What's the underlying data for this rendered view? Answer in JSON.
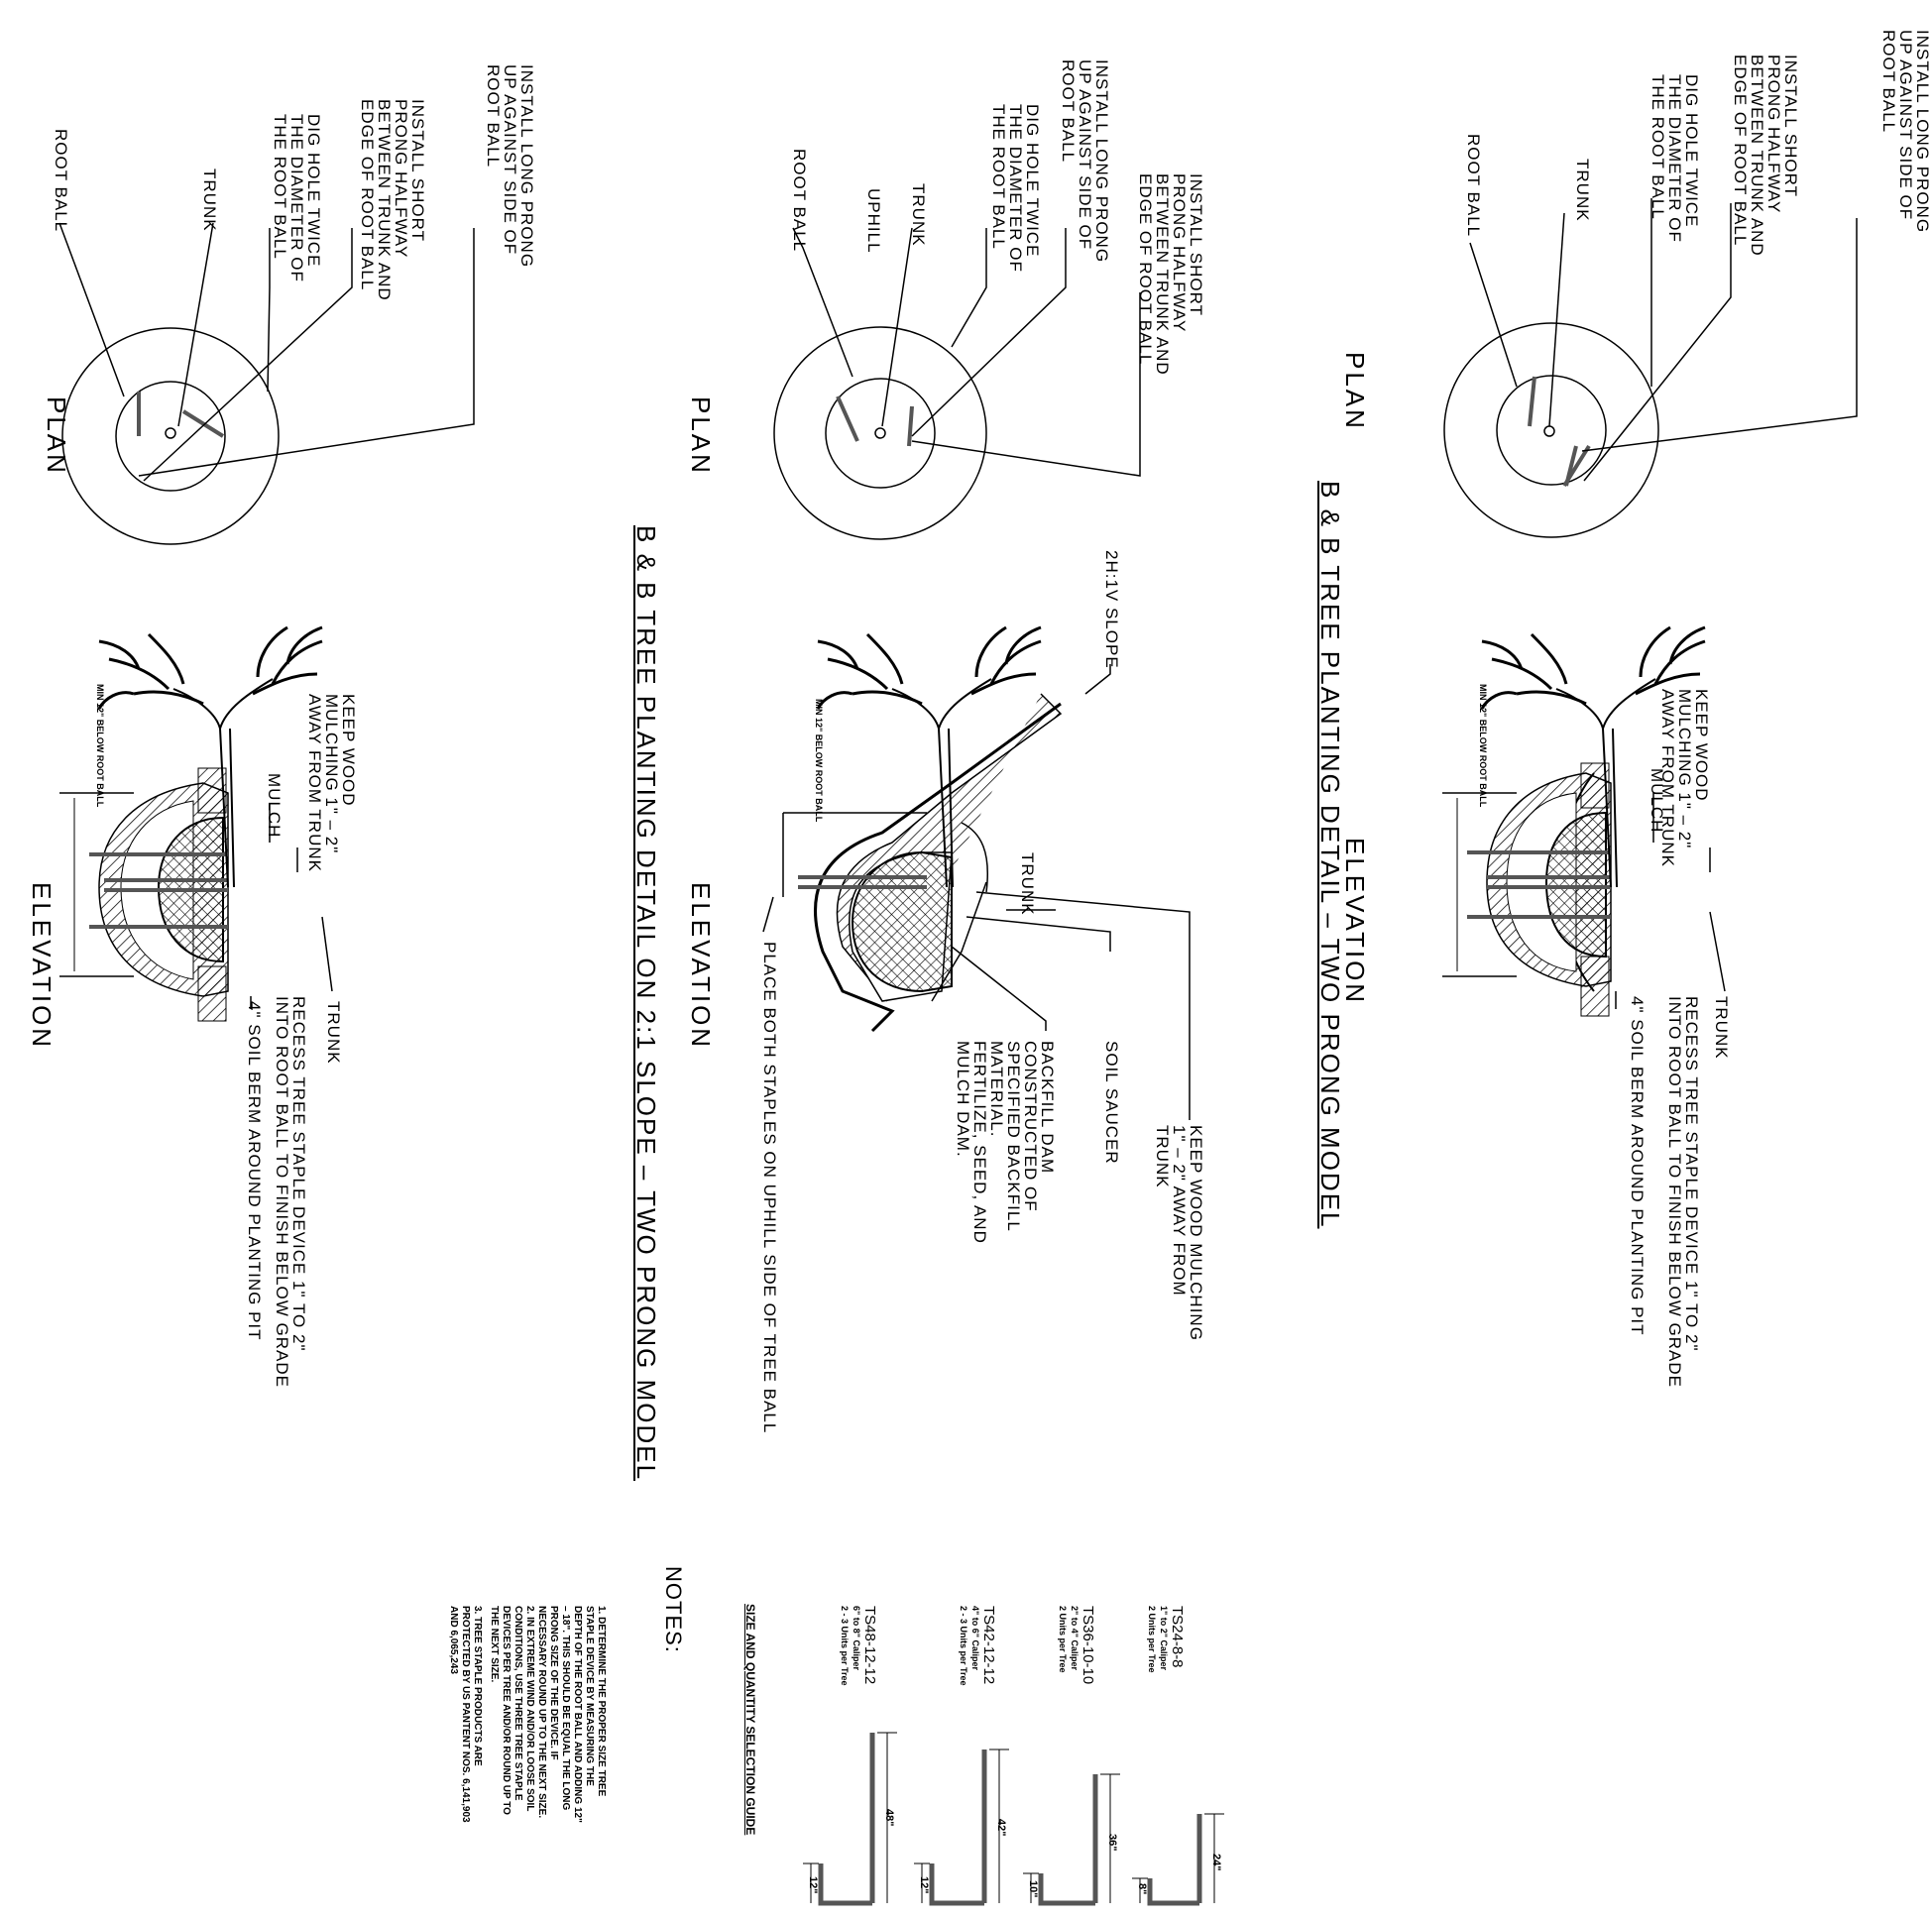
{
  "detail_top": {
    "title": "B & B TREE PLANTING DETAIL – TWO PRONG MODEL",
    "plan_label": "PLAN",
    "elevation_label": "ELEVATION",
    "plan_callouts": {
      "long_prong": "INSTALL LONG PRONG\nUP AGAINST SIDE OF\nROOT BALL",
      "short_prong": "INSTALL SHORT\nPRONG HALFWAY\nBETWEEN TRUNK AND\nEDGE OF ROOT BALL",
      "dig_hole": "DIG HOLE TWICE\nTHE DIAMETER OF\nTHE ROOT BALL",
      "trunk": "TRUNK",
      "root_ball": "ROOT BALL"
    },
    "elevation_callouts": {
      "keep_wood": "KEEP WOOD\nMULCHING 1\" – 2\"\nAWAY FROM TRUNK",
      "mulch": "MULCH",
      "min_below": "MIN 12\" BELOW ROOT BALL",
      "trunk": "TRUNK",
      "recess": "RECESS TREE STAPLE DEVICE 1\" TO 2\"\nINTO ROOT BALL TO FINISH BELOW GRADE",
      "berm": "4\" SOIL BERM AROUND PLANTING PIT"
    }
  },
  "detail_slope": {
    "title": "B & B TREE PLANTING DETAIL ON 2:1 SLOPE – TWO PRONG MODEL",
    "plan_label": "PLAN",
    "elevation_label": "ELEVATION",
    "plan_callouts": {
      "short_prong": "INSTALL SHORT\nPRONG HALFWAY\nBETWEEN TRUNK AND\nEDGE OF ROOT BALL",
      "long_prong": "INSTALL LONG PRONG\nUP AGAINST SIDE OF\nROOT BALL",
      "dig_hole": "DIG HOLE TWICE\nTHE DIAMETER OF\nTHE ROOT BALL",
      "trunk": "TRUNK",
      "uphill": "UPHILL",
      "root_ball": "ROOT BALL"
    },
    "elevation_callouts": {
      "slope": "2H:1V SLOPE",
      "min_below": "MIN 12\" BELOW ROOT BALL",
      "trunk": "TRUNK",
      "place_staples": "PLACE BOTH STAPLES ON UPHILL SIDE OF TREE BALL",
      "keep_wood": "KEEP WOOD MULCHING\n1\" – 2\" AWAY FROM\nTRUNK",
      "soil_saucer": "SOIL SAUCER",
      "backfill": "BACKFILL DAM\nCONSTRUCTED OF\nSPECIFIED BACKFILL\nMATERIAL.\nFERTILIZE, SEED, AND\nMULCH DAM."
    }
  },
  "detail_bottom": {
    "plan_label": "PLAN",
    "elevation_label": "ELEVATION",
    "plan_callouts": {
      "long_prong": "INSTALL LONG PRONG\nUP AGAINST SIDE OF\nROOT BALL",
      "short_prong": "INSTALL SHORT\nPRONG HALFWAY\nBETWEEN TRUNK AND\nEDGE OF ROOT BALL",
      "dig_hole": "DIG HOLE TWICE\nTHE DIAMETER OF\nTHE ROOT BALL",
      "trunk": "TRUNK",
      "root_ball": "ROOT BALL"
    },
    "elevation_callouts": {
      "keep_wood": "KEEP WOOD\nMULCHING 1\" – 2\"\nAWAY FROM TRUNK",
      "mulch": "MULCH",
      "min_below": "MIN 12\" BELOW ROOT BALL",
      "trunk": "TRUNK",
      "recess": "RECESS TREE STAPLE DEVICE 1\" TO 2\"\nINTO ROOT BALL TO FINISH BELOW GRADE",
      "berm": "4\" SOIL BERM AROUND PLANTING PIT"
    }
  },
  "selection_guide": {
    "title": "SIZE AND QUANTITY SELECTION GUIDE",
    "models": [
      {
        "code": "TS24-8-8",
        "caliper": "1\" to 2\" Caliper",
        "units": "2 Units per Tree",
        "long": "24\"",
        "short": "8\""
      },
      {
        "code": "TS36-10-10",
        "caliper": "2\" to 4\" Caliper",
        "units": "2 Units per Tree",
        "long": "36\"",
        "short": "10\""
      },
      {
        "code": "TS42-12-12",
        "caliper": "4\" to 6\" Caliper",
        "units": "2 - 3 Units per Tree",
        "long": "42\"",
        "short": "12\""
      },
      {
        "code": "TS48-12-12",
        "caliper": "6\" to 8\" Caliper",
        "units": "2 - 3 Units per Tree",
        "long": "48\"",
        "short": "12\""
      }
    ]
  },
  "notes": {
    "title": "NOTES:",
    "items": [
      "1. DETERMINE THE PROPER SIZE TREE\nSTAPLE DEVICE BY MEASURING THE\nDEPTH OF THE ROOT BALL AND ADDING 12\"\n– 18\". THIS SHOULD BE EQUAL THE LONG\nPRONG SIZE OF THE DEVICE. IF\nNECESSARY ROUND UP TO THE NEXT SIZE.",
      "2. IN EXTREME WIND AND/OR LOOSE SOIL\nCONDITIONS, USE THREE TREE STAPLE\nDEVICES PER TREE AND/OR ROUND UP TO\nTHE NEXT SIZE.",
      "3. TREE STAPLE PRODUCTS ARE\nPROTECTED BY US PANTENT NOS. 6,141,903\nAND 6,065,243"
    ]
  }
}
